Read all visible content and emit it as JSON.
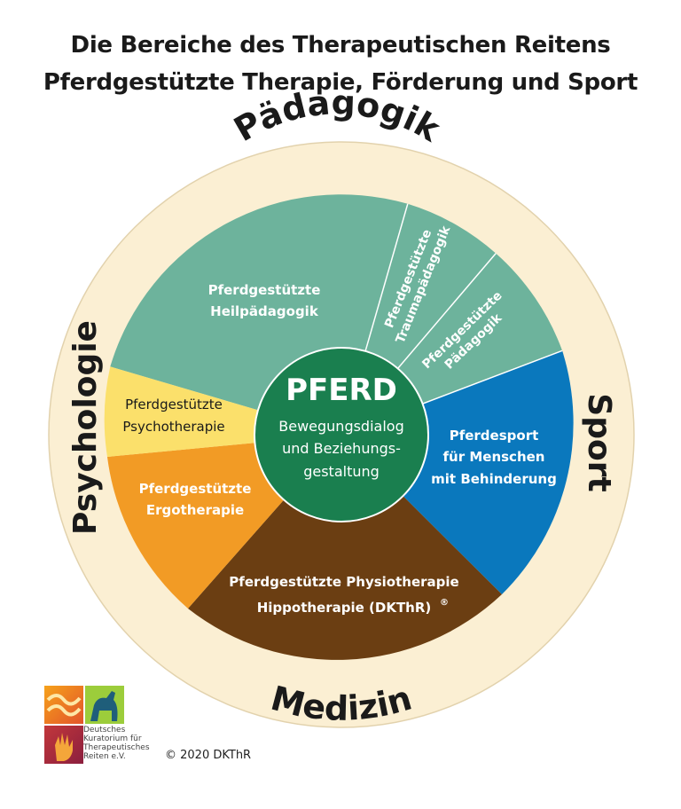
{
  "title_line1": "Die Bereiche des Therapeutischen Reitens",
  "title_line2": "Pferdgestützte Therapie, Förderung und Sport",
  "ring": {
    "top": "Pädagogik",
    "left": "Psychologie",
    "right": "Sport",
    "bottom": "Medizin"
  },
  "center": {
    "title": "PFERD",
    "line1": "Bewegungsdialog",
    "line2": "und Beziehungs-",
    "line3": "gestaltung"
  },
  "segments": {
    "heilpaedagogik": {
      "line1": "Pferdgestützte",
      "line2": "Heilpädagogik",
      "color": "#6db39c"
    },
    "traumapaedagogik": {
      "line1": "Pferdgestützte",
      "line2": "Traumapädagogik",
      "color": "#6db39c"
    },
    "paedagogik": {
      "line1": "Pferdgestützte",
      "line2": "Pädagogik",
      "color": "#6db39c"
    },
    "sport": {
      "line1": "Pferdesport",
      "line2": "für Menschen",
      "line3": "mit Behinderung",
      "color": "#0a78bd"
    },
    "physio": {
      "line1": "Pferdgestützte Physiotherapie",
      "line2": "Hippotherapie (DKThR)",
      "mark": "®",
      "color": "#6b3e12"
    },
    "ergo": {
      "line1": "Pferdgestützte",
      "line2": "Ergotherapie",
      "color": "#f29b25"
    },
    "psycho": {
      "line1": "Pferdgestützte",
      "line2": "Psychotherapie",
      "color": "#fbe06b"
    }
  },
  "colors": {
    "ring": "#fbefd3",
    "center": "#1a7f4f",
    "ring_text": "#1a1a1a"
  },
  "logo": {
    "line1": "Deutsches",
    "line2": "Kuratorium für",
    "line3": "Therapeutisches",
    "line4": "Reiten e.V."
  },
  "copyright": "© 2020 DKThR"
}
